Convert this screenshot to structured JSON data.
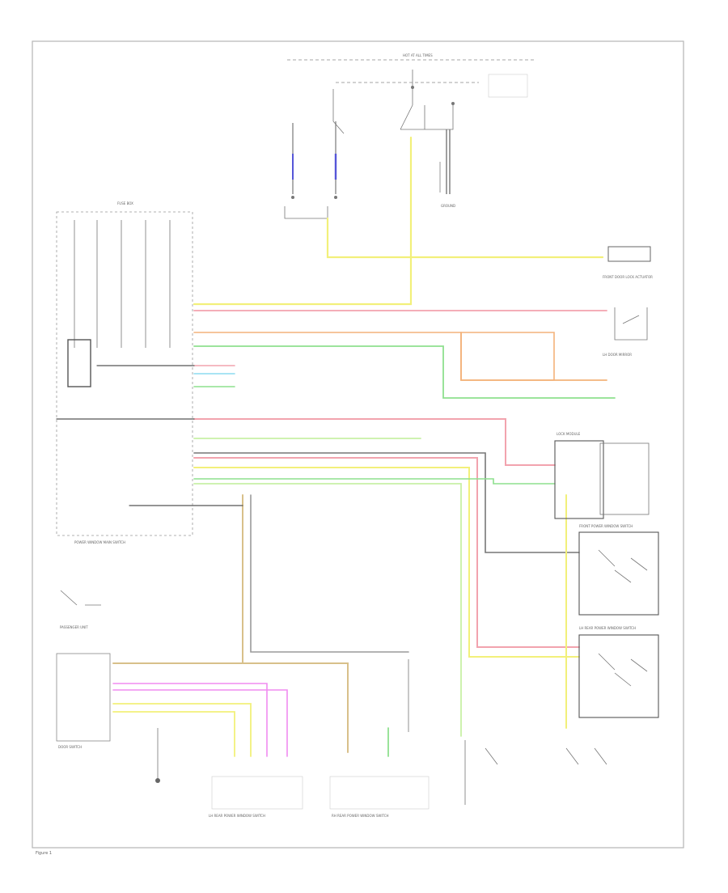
{
  "diagram": {
    "page_id": "Figure 1",
    "wire_colors": {
      "yellow": "#f2f07a",
      "pink": "#f2a3ae",
      "orange": "#f3b27a",
      "green": "#8ee08e",
      "lightgreen": "#c8f0a6",
      "gray": "#9a9a9a",
      "tan": "#d8c08a",
      "magenta": "#f08cf0",
      "blue": "#5656d8",
      "cyan": "#8cdcf0",
      "red": "#ee4444",
      "black": "#555555",
      "white": "#cccccc",
      "darkgray": "#777777"
    },
    "components": {
      "power_dist": "HOT AT ALL TIMES",
      "fuse_box": "FUSE BOX",
      "ecm": "POWER WINDOW MAIN SWITCH",
      "front_door_lock": "FRONT DOOR LOCK ACTUATOR",
      "lh_mirror": "LH DOOR MIRROR",
      "pw_sw_front": "FRONT POWER WINDOW SWITCH",
      "pw_sw_rear_l": "LH REAR POWER WINDOW SWITCH",
      "pw_sw_rear_r": "RH REAR POWER WINDOW SWITCH",
      "lock_module": "LOCK MODULE",
      "door_switch": "DOOR SWITCH",
      "passenger_unit": "PASSENGER UNIT",
      "ground": "GROUND"
    }
  }
}
